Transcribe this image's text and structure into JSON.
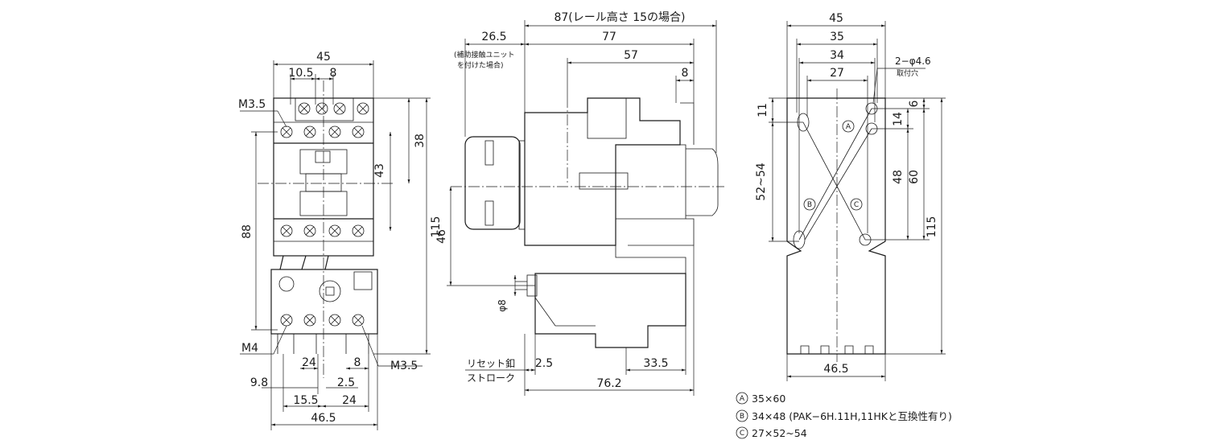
{
  "front_view": {
    "width_top": "45",
    "dim_10_5": "10.5",
    "dim_8_top": "8",
    "screw_m35_top": "M3.5",
    "dim_38": "38",
    "dim_43": "43",
    "dim_88": "88",
    "dim_115": "115",
    "screw_m4": "M4",
    "screw_m35_bottom": "M3.5",
    "dim_24_a": "24",
    "dim_8_bottom": "8",
    "dim_9_8": "9.8",
    "dim_2_5": "2.5",
    "dim_15_5": "15.5",
    "dim_24_b": "24",
    "width_bottom": "46.5"
  },
  "side_view": {
    "dim_87": "87(レール高さ 15の場合)",
    "dim_26_5": "26.5",
    "dim_77": "77",
    "aux_note_line1": "(補助接触ユニット",
    "aux_note_line2": "を付けた場合)",
    "dim_57": "57",
    "dim_8": "8",
    "dim_46": "46",
    "dim_phi8": "φ8",
    "reset_label_line1": "リセット釦",
    "reset_label_line2": "ストローク",
    "dim_2_5": "2.5",
    "dim_33_5": "33.5",
    "dim_76_2": "76.2"
  },
  "mount_view": {
    "dim_45": "45",
    "dim_35": "35",
    "dim_34": "34",
    "dim_27": "27",
    "hole_spec": "2−φ4.6",
    "hole_label": "取付穴",
    "dim_11": "11",
    "dim_6": "6",
    "dim_14": "14",
    "dim_52_54": "52~54",
    "dim_48": "48",
    "dim_60": "60",
    "dim_115": "115",
    "dim_46_5": "46.5",
    "mark_a": "A",
    "mark_b": "B",
    "mark_c": "C"
  },
  "legend": [
    {
      "mark": "A",
      "text": "35×60"
    },
    {
      "mark": "B",
      "text": "34×48 (PAK−6H.11H,11HKと互換性有り)"
    },
    {
      "mark": "C",
      "text": "27×52~54"
    }
  ]
}
